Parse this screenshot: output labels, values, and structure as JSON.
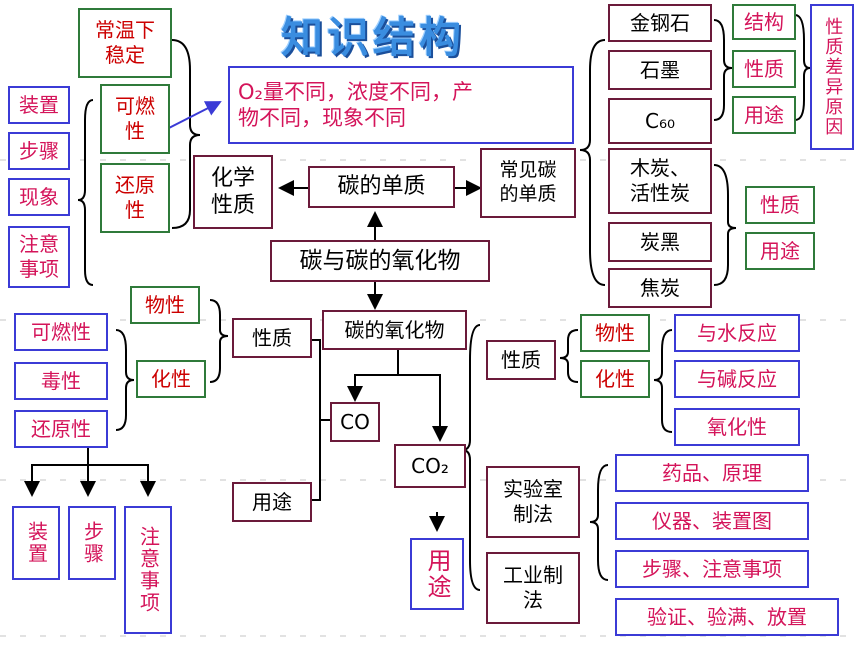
{
  "title": "知识结构",
  "center": "碳与碳的氧化物",
  "simple_substance": "碳的单质",
  "chem_property": "化学\n性质",
  "common_simple": "常见碳\n的单质",
  "left_top": {
    "stable": "常温下\n稳定",
    "combustible": "可燃\n性",
    "reducing": "还原\n性",
    "note": "O₂量不同，浓度不同，产\n物不同，现象不同",
    "items": [
      "装置",
      "步骤",
      "现象",
      "注意\n事项"
    ]
  },
  "allotropes": [
    "金钢石",
    "石墨",
    "C₆₀",
    "木炭、\n活性炭",
    "炭黑",
    "焦炭"
  ],
  "allotrope_aspects": [
    "结构",
    "性质",
    "用途"
  ],
  "allotrope_reason": "性质差异原因",
  "charcoal_aspects": [
    "性质",
    "用途"
  ],
  "oxides": "碳的氧化物",
  "co": {
    "name": "CO",
    "property": "性质",
    "use": "用途",
    "physical": "物性",
    "chemical": "化性",
    "chem_items": [
      "可燃性",
      "毒性",
      "还原性"
    ],
    "sub_items": [
      "装置",
      "步骤",
      "注意事项"
    ]
  },
  "co2": {
    "name": "CO₂",
    "use": "用途",
    "property": "性质",
    "physical": "物性",
    "chemical": "化性",
    "reactions": [
      "与水反应",
      "与碱反应",
      "氧化性"
    ],
    "lab": "实验室\n制法",
    "industry": "工业制\n法",
    "lab_items": [
      "药品、原理",
      "仪器、装置图",
      "步骤、注意事项",
      "验证、验满、放置"
    ]
  }
}
